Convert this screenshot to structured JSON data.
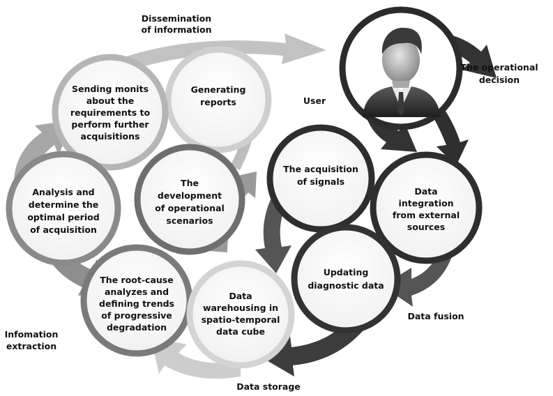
{
  "labels": {
    "dissemination": [
      "Dissemination",
      "of information"
    ],
    "operational_decision": [
      "The operational",
      "decision"
    ],
    "user": [
      "User"
    ],
    "data_fusion": [
      "Data fusion"
    ],
    "data_storage": [
      "Data storage"
    ],
    "information_extraction": [
      "Infomation",
      "extraction"
    ]
  },
  "nodes": {
    "sending_monits": [
      "Sending monits",
      "about the",
      "requirements to",
      "perform further",
      "acquisitions"
    ],
    "generating_reports": [
      "Generating",
      "reports"
    ],
    "analysis": [
      "Analysis and",
      "determine the",
      "optimal period",
      "of acquisition"
    ],
    "development": [
      "The",
      "development",
      "of operational",
      "scenarios"
    ],
    "acquisition_signals": [
      "The acquisition",
      "of signals"
    ],
    "data_integration": [
      "Data",
      "integration",
      "from external",
      "sources"
    ],
    "root_cause": [
      "The root-cause",
      "analyzes and",
      "defining trends",
      "of progressive",
      "degradation"
    ],
    "warehousing": [
      "Data",
      "warehousing in",
      "spatio-temporal",
      "data cube"
    ],
    "updating": [
      "Updating",
      "diagnostic data"
    ]
  },
  "icons": {
    "user": "user-avatar-icon"
  },
  "colors": {
    "dark_ring": "#2b2b2b",
    "mid_ring": "#6e6e6e",
    "light_ring": "#b5b5b5",
    "lighter_ring": "#cfcfcf",
    "dark_arrow": "#3a3a3a",
    "mid_arrow": "#7a7a7a",
    "light_arrow": "#c4c4c4"
  }
}
